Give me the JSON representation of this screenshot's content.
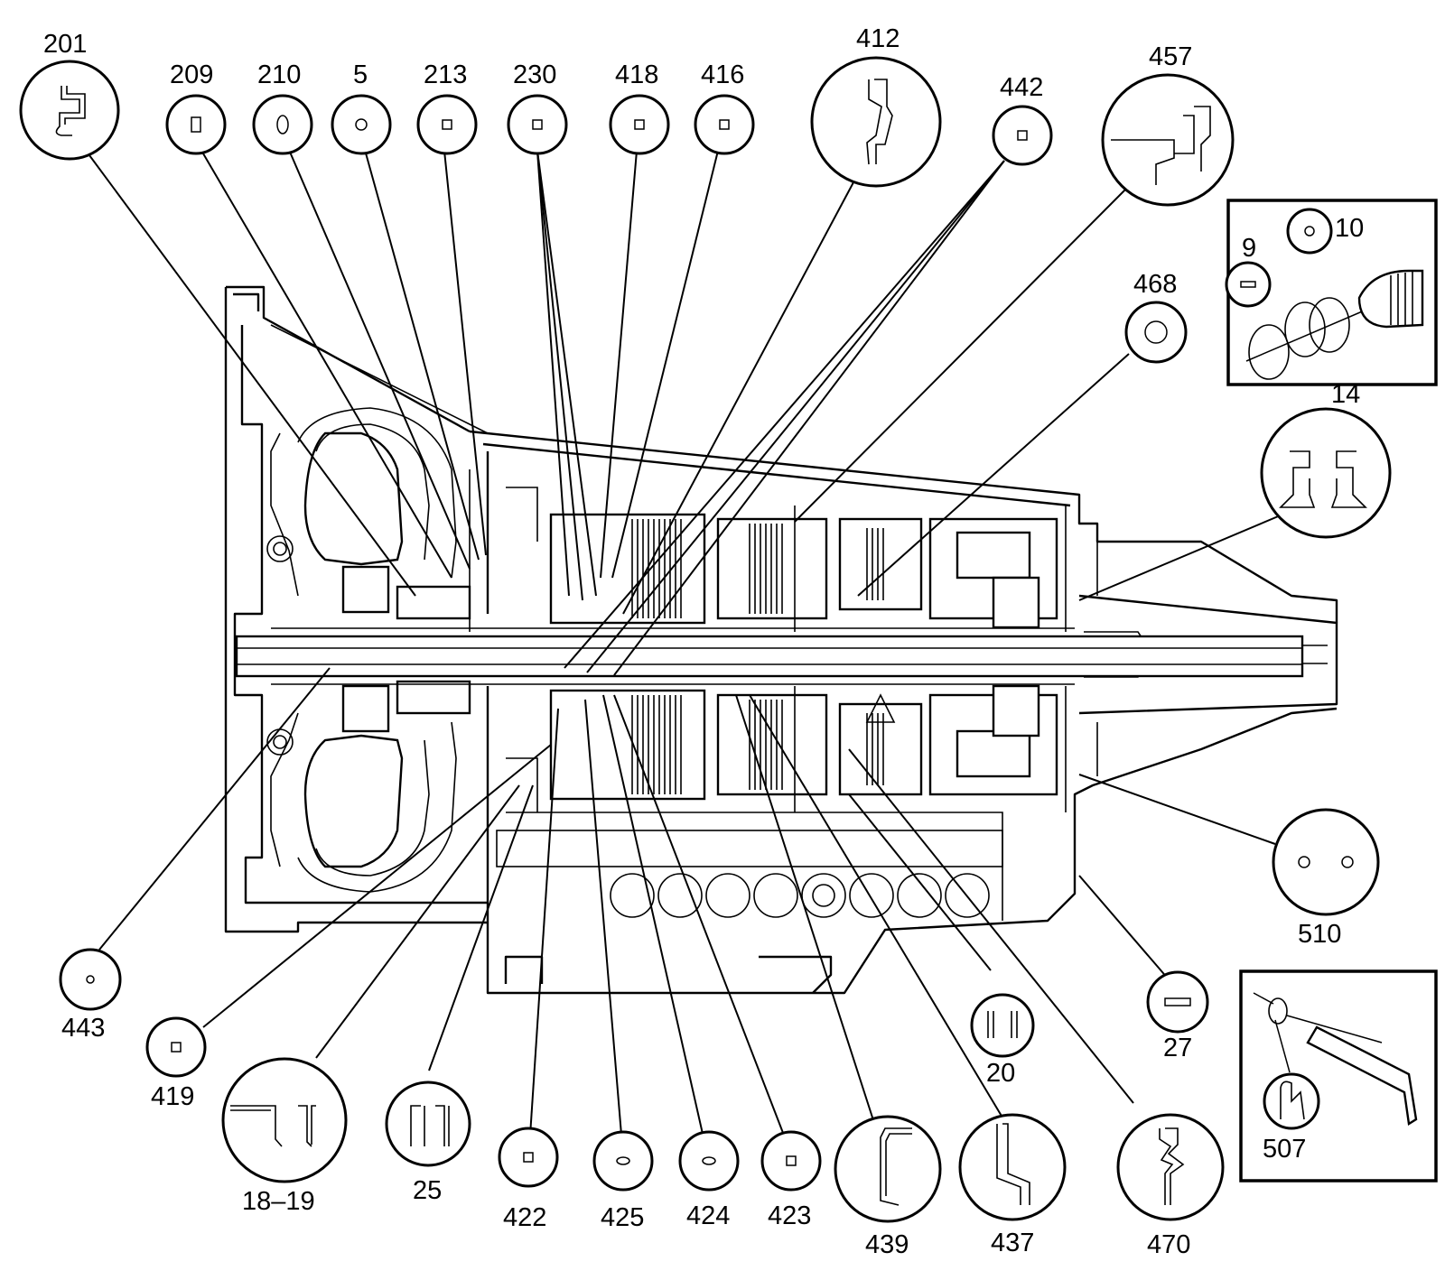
{
  "callouts": {
    "c201": "201",
    "c209": "209",
    "c210": "210",
    "c5": "5",
    "c213": "213",
    "c230": "230",
    "c418": "418",
    "c416": "416",
    "c412": "412",
    "c442": "442",
    "c457": "457",
    "c468": "468",
    "c9": "9",
    "c10": "10",
    "c14": "14",
    "c510": "510",
    "c27": "27",
    "c507": "507",
    "c20": "20",
    "c470": "470",
    "c437": "437",
    "c439": "439",
    "c423": "423",
    "c424": "424",
    "c425": "425",
    "c422": "422",
    "c25": "25",
    "c18_19": "18–19",
    "c419": "419",
    "c443": "443"
  }
}
